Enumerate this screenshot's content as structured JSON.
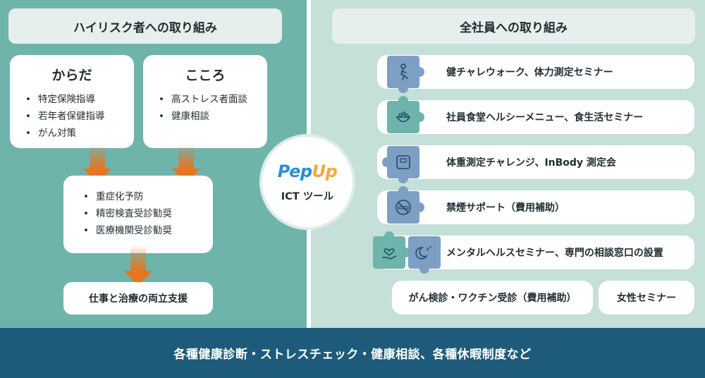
{
  "left": {
    "header": "ハイリスク者への取り組み",
    "body_card": {
      "title": "からだ",
      "items": [
        "特定保険指導",
        "若年者保健指導",
        "がん対策"
      ]
    },
    "mind_card": {
      "title": "こころ",
      "items": [
        "高ストレス者面談",
        "健康相談"
      ]
    },
    "prevention_card": {
      "items": [
        "重症化予防",
        "精密検査受診勧奨",
        "医療機関受診勧奨"
      ]
    },
    "support_card": "仕事と治療の両立支援"
  },
  "center": {
    "logo_pep": "Pep",
    "logo_up": "Up",
    "label": "ICT ツール"
  },
  "right": {
    "header": "全社員への取り組み",
    "items": [
      {
        "label": "健チャレウォーク、体力測定セミナー",
        "icon": "walking-person-icon"
      },
      {
        "label": "社員食堂ヘルシーメニュー、食生活セミナー",
        "icon": "food-bowl-icon"
      },
      {
        "label": "体重測定チャレンジ、InBody 測定会",
        "icon": "scale-icon"
      },
      {
        "label": "禁煙サポート（費用補助）",
        "icon": "no-smoking-icon"
      },
      {
        "label": "メンタルヘルスセミナー、専門の相談窓口の設置",
        "icon": "heart-hand-icon"
      }
    ],
    "bottom_items": [
      "がん検診・ワクチン受診（費用補助）",
      "女性セミナー"
    ]
  },
  "footer": "各種健康診断・ストレスチェック・健康相談、各種休暇制度など",
  "colors": {
    "left_bg": "#6fb4ab",
    "right_bg": "#c5dfd9",
    "footer_bg": "#1e5b7a",
    "arrow": "#e8751f",
    "puzzle_blue": "#7d9fc4",
    "puzzle_green": "#6fb4ab"
  }
}
